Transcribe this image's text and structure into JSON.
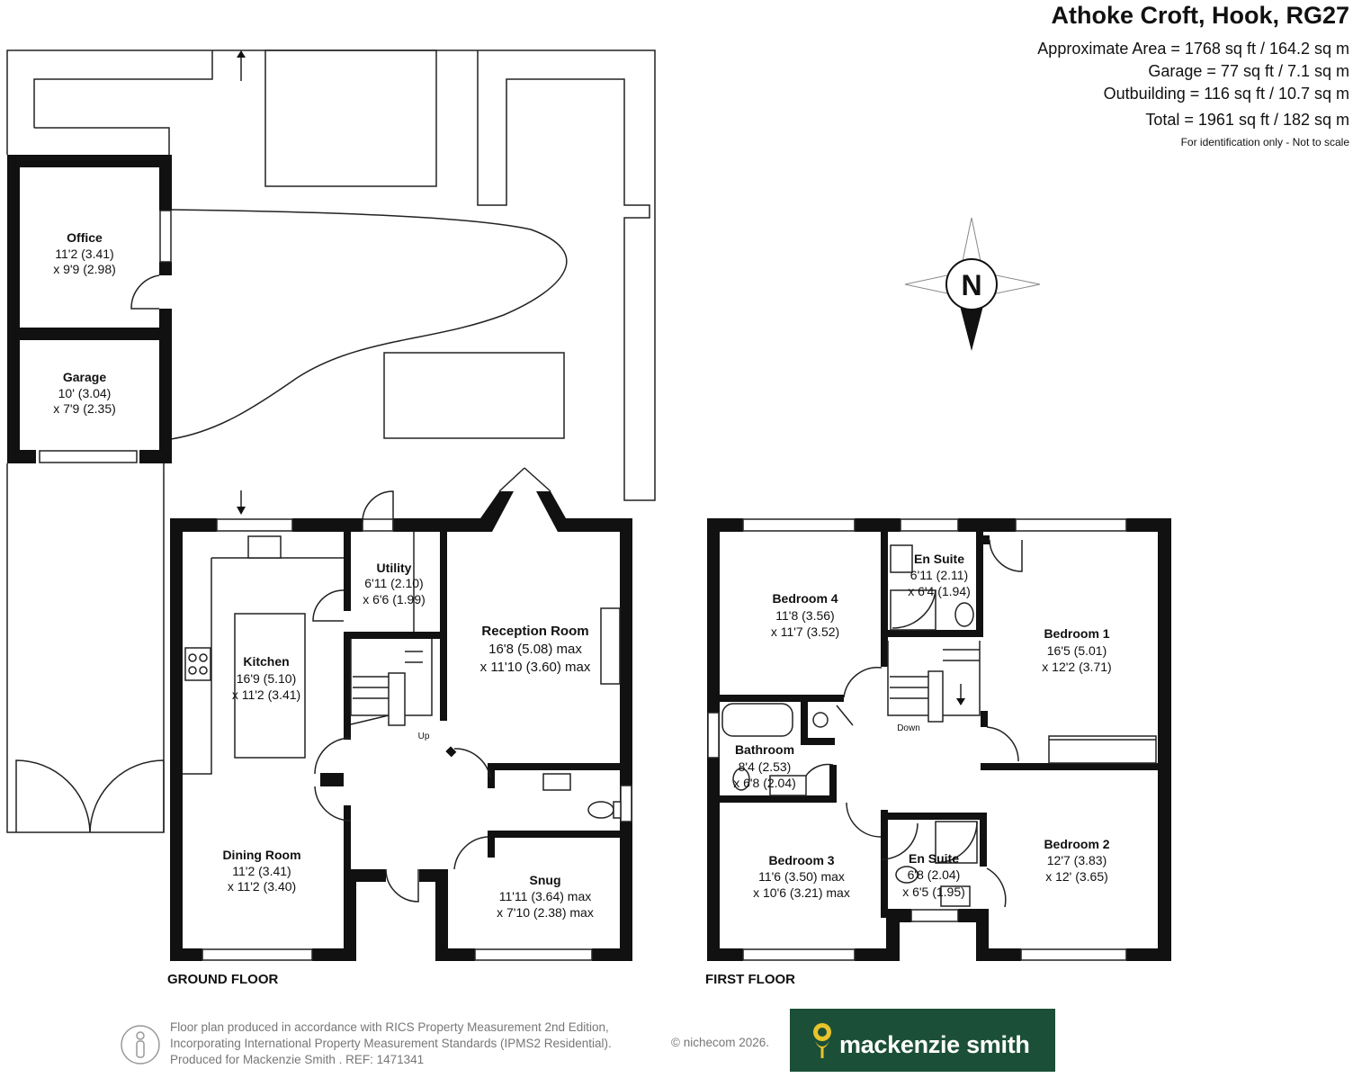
{
  "header": {
    "title": "Athoke Croft, Hook, RG27",
    "areas": [
      "Approximate Area = 1768 sq ft / 164.2 sq m",
      "Garage = 77 sq ft / 7.1 sq m",
      "Outbuilding = 116 sq ft / 10.7 sq m",
      "Total = 1961 sq ft / 182 sq m"
    ],
    "disclaimer": "For identification only - Not to scale"
  },
  "compass": {
    "label": "N"
  },
  "ground_floor": {
    "label": "GROUND FLOOR",
    "stairs_label": "Up",
    "rooms": {
      "office": {
        "name": "Office",
        "dim1": "11'2 (3.41)",
        "dim2": "x 9'9 (2.98)"
      },
      "garage": {
        "name": "Garage",
        "dim1": "10' (3.04)",
        "dim2": "x 7'9 (2.35)"
      },
      "utility": {
        "name": "Utility",
        "dim1": "6'11 (2.10)",
        "dim2": "x 6'6 (1.99)"
      },
      "kitchen": {
        "name": "Kitchen",
        "dim1": "16'9 (5.10)",
        "dim2": "x 11'2 (3.41)"
      },
      "reception": {
        "name": "Reception Room",
        "dim1": "16'8 (5.08) max",
        "dim2": "x 11'10 (3.60) max"
      },
      "dining": {
        "name": "Dining Room",
        "dim1": "11'2 (3.41)",
        "dim2": "x 11'2 (3.40)"
      },
      "snug": {
        "name": "Snug",
        "dim1": "11'11 (3.64) max",
        "dim2": "x 7'10 (2.38) max"
      }
    }
  },
  "first_floor": {
    "label": "FIRST FLOOR",
    "stairs_label": "Down",
    "rooms": {
      "bedroom4": {
        "name": "Bedroom 4",
        "dim1": "11'8 (3.56)",
        "dim2": "x 11'7 (3.52)"
      },
      "ensuite1": {
        "name": "En Suite",
        "dim1": "6'11 (2.11)",
        "dim2": "x 6'4 (1.94)"
      },
      "bedroom1": {
        "name": "Bedroom 1",
        "dim1": "16'5 (5.01)",
        "dim2": "x 12'2 (3.71)"
      },
      "bathroom": {
        "name": "Bathroom",
        "dim1": "8'4 (2.53)",
        "dim2": "x 6'8 (2.04)"
      },
      "bedroom3": {
        "name": "Bedroom 3",
        "dim1": "11'6 (3.50) max",
        "dim2": "x 10'6 (3.21) max"
      },
      "ensuite2": {
        "name": "En Suite",
        "dim1": "6'8 (2.04)",
        "dim2": "x 6'5 (1.95)"
      },
      "bedroom2": {
        "name": "Bedroom 2",
        "dim1": "12'7 (3.83)",
        "dim2": "x 12' (3.65)"
      }
    }
  },
  "footer": {
    "lines": [
      "Floor plan produced in accordance with RICS Property Measurement 2nd Edition,",
      "Incorporating International Property Measurement Standards (IPMS2 Residential).",
      "Produced for Mackenzie Smith .  REF:  1471341"
    ],
    "copyright": "© nichecom 2026.",
    "brand": "mackenzie smith",
    "brand_color": "#1c4f37"
  }
}
